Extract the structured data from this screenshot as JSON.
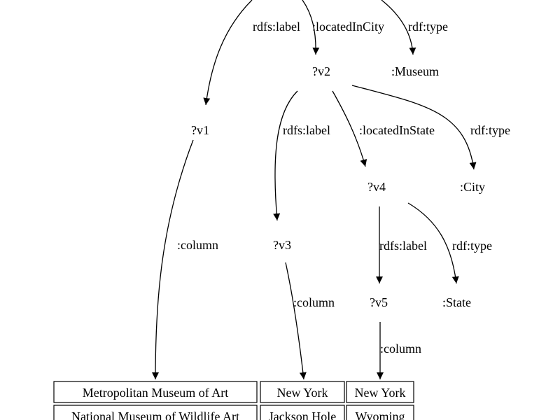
{
  "nodes": {
    "v1": "?v1",
    "v2": "?v2",
    "v3": "?v3",
    "v4": "?v4",
    "v5": "?v5",
    "museum": ":Museum",
    "city": ":City",
    "state": ":State"
  },
  "edges": {
    "root_label": "rdfs:label",
    "root_located_in_city": ":locatedInCity",
    "root_type": "rdf:type",
    "v2_label": "rdfs:label",
    "v2_located_in_state": ":locatedInState",
    "v2_type": "rdf:type",
    "v4_label": "rdfs:label",
    "v4_type": "rdf:type",
    "v1_column": ":column",
    "v3_column": ":column",
    "v5_column": ":column"
  },
  "table": {
    "rows": [
      [
        "Metropolitan Museum of Art",
        "New York",
        "New York"
      ],
      [
        "National Museum of Wildlife Art",
        "Jackson Hole",
        "Wyoming"
      ]
    ]
  }
}
